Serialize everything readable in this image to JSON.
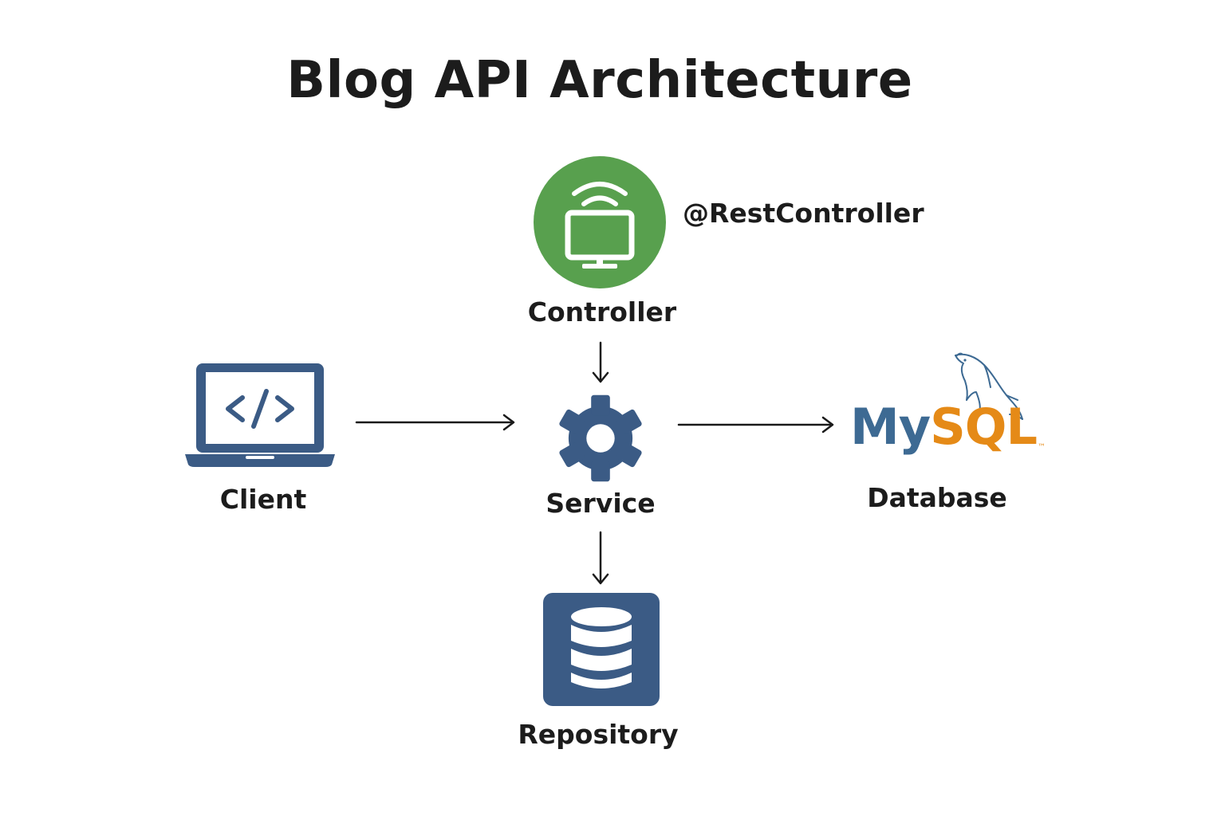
{
  "title": "Blog API Architecture",
  "nodes": {
    "controller": {
      "label": "Controller",
      "annotation": "@RestController",
      "icon": "monitor-wifi-icon",
      "color": "#58a04e"
    },
    "service": {
      "label": "Service",
      "icon": "gear-icon",
      "color": "#3b5b85"
    },
    "client": {
      "label": "Client",
      "icon": "laptop-code-icon",
      "color": "#3b5b85"
    },
    "database": {
      "label": "Database",
      "logo_text_my": "My",
      "logo_text_sql": "SQL",
      "logo_tm": "™",
      "icon": "mysql-dolphin-logo"
    },
    "repository": {
      "label": "Repository",
      "icon": "database-stack-icon",
      "color": "#3b5b85"
    }
  },
  "edges": [
    {
      "from": "controller",
      "to": "service"
    },
    {
      "from": "client",
      "to": "service"
    },
    {
      "from": "service",
      "to": "database"
    },
    {
      "from": "service",
      "to": "repository"
    }
  ]
}
